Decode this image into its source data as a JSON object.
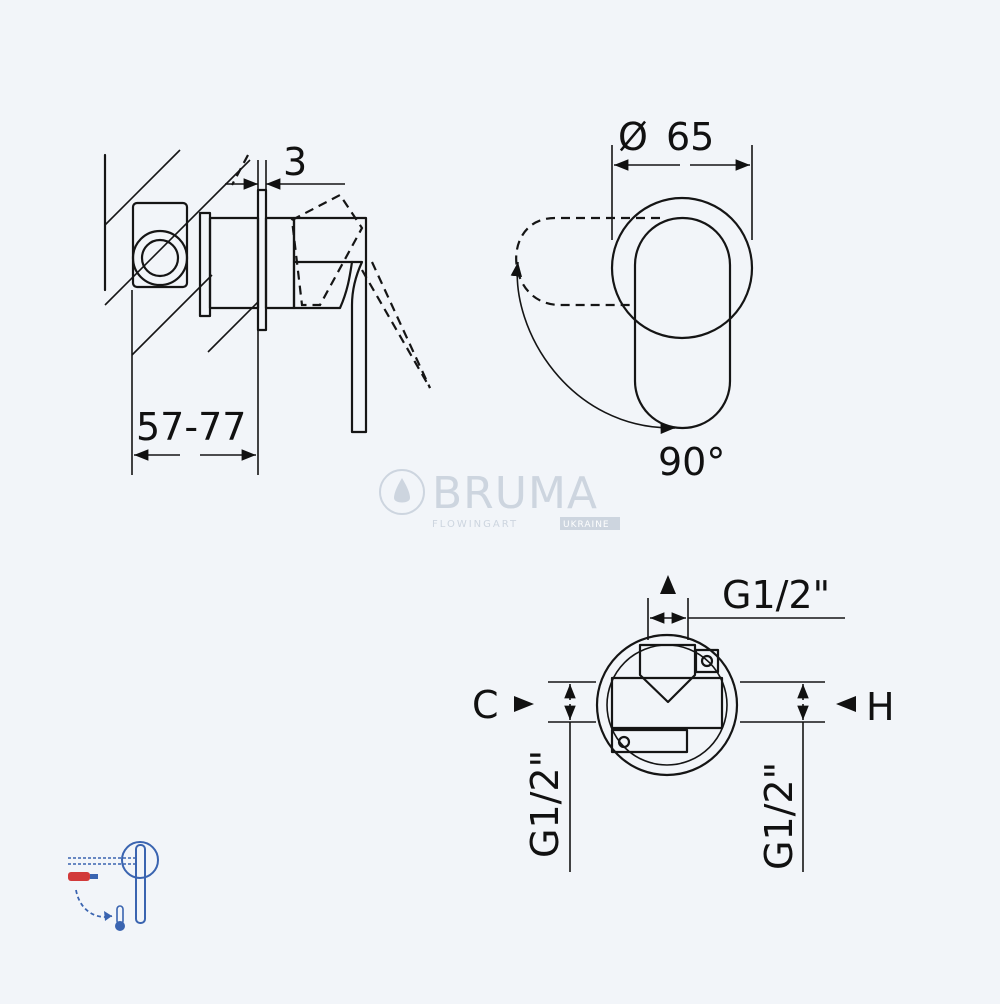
{
  "dimensions": {
    "wall_thickness": "3",
    "diameter_symbol": "Ø",
    "diameter": "65",
    "installation_depth": "57-77",
    "rotation_angle": "90°",
    "thread_top": "G1/2\"",
    "thread_left": "G1/2\"",
    "thread_right": "G1/2\""
  },
  "ports": {
    "cold": "C",
    "hot": "H"
  },
  "watermark": {
    "brand": "BRUMA",
    "tagline": "FLOWINGART",
    "region": "UKRAINE"
  },
  "colors": {
    "background": "#f2f5f9",
    "line": "#151515",
    "icon_blue": "#3a64b0",
    "icon_red": "#d23a3a",
    "watermark": "#c9d2dd"
  },
  "icons": {
    "temperature": "mixer-temperature-icon"
  }
}
